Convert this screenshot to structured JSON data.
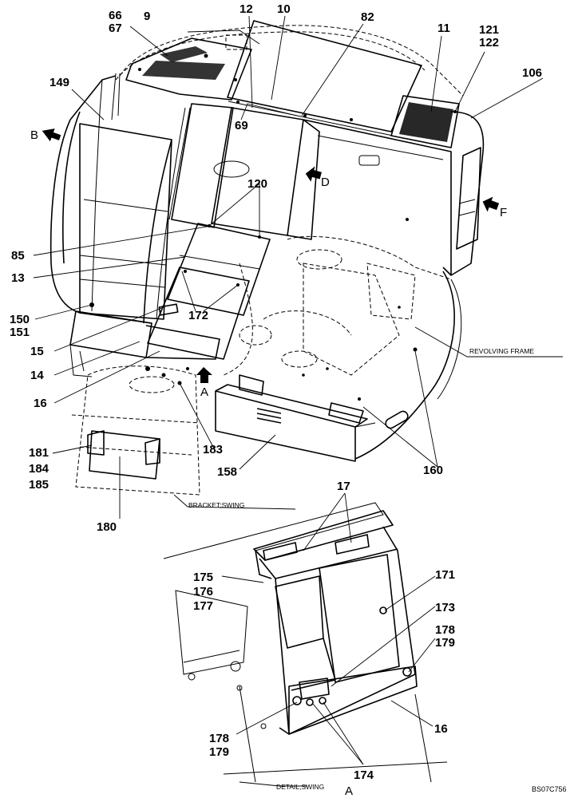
{
  "callouts": {
    "c66": "66",
    "c67": "67",
    "c9": "9",
    "c12": "12",
    "c10": "10",
    "c82": "82",
    "c11": "11",
    "c121": "121",
    "c122": "122",
    "c106": "106",
    "c149": "149",
    "c69": "69",
    "c120": "120",
    "c85": "85",
    "c13": "13",
    "c172": "172",
    "c150": "150",
    "c151": "151",
    "c15": "15",
    "c14": "14",
    "c16a": "16",
    "c183": "183",
    "c181": "181",
    "c184": "184",
    "c185": "185",
    "c158": "158",
    "c160": "160",
    "c180": "180",
    "c17": "17",
    "c175": "175",
    "c176": "176",
    "c177": "177",
    "c171": "171",
    "c173": "173",
    "c178a": "178",
    "c179a": "179",
    "c16b": "16",
    "c178b": "178",
    "c179b": "179",
    "c174": "174"
  },
  "view_arrows": {
    "b": "B",
    "d": "D",
    "f": "F",
    "a": "A",
    "a_detail": "A"
  },
  "notes": {
    "revolving_frame": "REVOLVING FRAME",
    "bracket_swing": "BRACKET;SWING",
    "detail_swing": "DETAIL;SWING"
  },
  "drawing_ref": "BS07C756"
}
